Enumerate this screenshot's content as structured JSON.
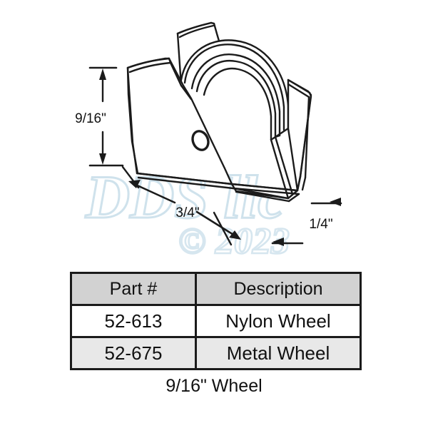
{
  "figure": {
    "title": "9/16\" Wheel",
    "kind": "isometric-line-drawing",
    "subject": "window roller wheel assembly in U-shaped housing"
  },
  "dimensions": {
    "height": {
      "label": "9/16\"",
      "name": "wheel-height-dimension",
      "orientation": "vertical"
    },
    "length": {
      "label": "3/4\"",
      "name": "housing-length-dimension",
      "orientation": "diagonal"
    },
    "width": {
      "label": "1/4\"",
      "name": "housing-width-dimension",
      "orientation": "diagonal"
    }
  },
  "watermark": {
    "text": "DDS llc",
    "copyright": "© 2023",
    "color": "#cfe2ec"
  },
  "table": {
    "name": "parts-table",
    "headers": [
      "Part #",
      "Description"
    ],
    "rows": [
      {
        "part": "52-613",
        "description": "Nylon Wheel"
      },
      {
        "part": "52-675",
        "description": "Metal Wheel"
      }
    ]
  },
  "colors": {
    "line": "#1b1b1b",
    "header_fill": "#d2d2d2",
    "row_odd_fill": "#ffffff",
    "row_even_fill": "#e8e8e8",
    "background": "#ffffff",
    "text": "#111111"
  }
}
